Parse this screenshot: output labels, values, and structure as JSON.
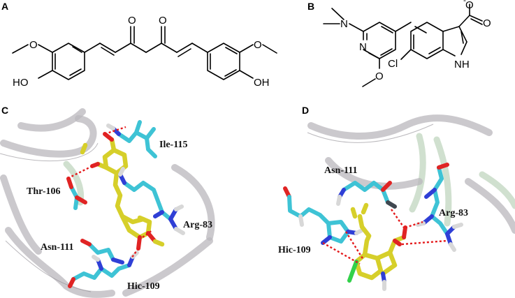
{
  "panels": {
    "a": {
      "letter": "A"
    },
    "b": {
      "letter": "B"
    },
    "c": {
      "letter": "C"
    },
    "d": {
      "letter": "D"
    }
  },
  "molecule_a": {
    "atoms": {
      "o_left": "O",
      "o_right": "O",
      "oh_left": "HO",
      "oh_right": "OH"
    }
  },
  "molecule_b": {
    "atoms": {
      "n_amine": "N",
      "n_ring": "N",
      "o_carboxylate": "O",
      "o_ketone": "O",
      "o_methoxy": "O",
      "cl": "Cl",
      "nh": "NH",
      "charge": "-"
    }
  },
  "panel_c_residues": [
    "Ile-115",
    "Thr-106",
    "Arg-83",
    "Asn-111",
    "Hic-109"
  ],
  "panel_d_residues": [
    "Asn-111",
    "Arg-83",
    "Hic-109"
  ],
  "colors": {
    "carbon_protein": "#3ec3d5",
    "carbon_ligand": "#d6cf2a",
    "nitrogen": "#2f3fd6",
    "oxygen": "#e02424",
    "hydrogen_bond": "#e41a1c",
    "chlorine": "#32d14a"
  }
}
